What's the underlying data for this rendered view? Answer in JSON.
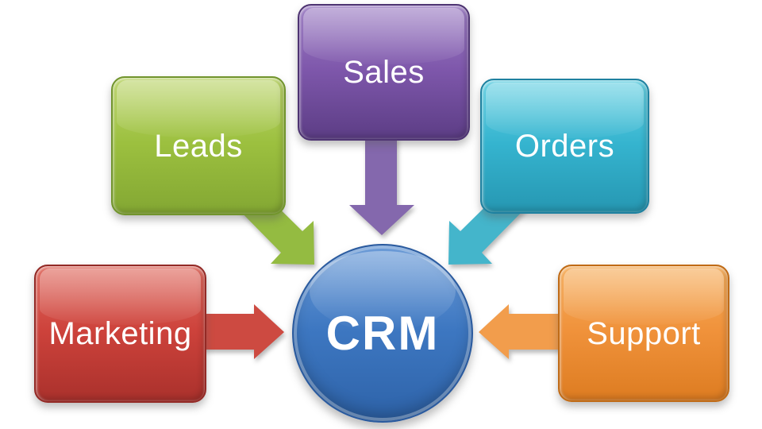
{
  "diagram_title": "CRM",
  "background": "#ffffff",
  "text_color": "#ffffff",
  "center": {
    "label": "CRM",
    "light": "#6d9dd9",
    "fill": "#3d77c1",
    "dark": "#2e63a9",
    "border": "#2a5a9e"
  },
  "nodes": {
    "sales": {
      "label": "Sales",
      "light": "#9d7ec4",
      "fill": "#7e57ab",
      "dark": "#5c3d85",
      "border": "#4e3472",
      "arrow": "#8468ad"
    },
    "leads": {
      "label": "Leads",
      "light": "#bcd56c",
      "fill": "#9cc03f",
      "dark": "#83a733",
      "border": "#71942d",
      "arrow": "#94bb41"
    },
    "orders": {
      "label": "Orders",
      "light": "#67d1e3",
      "fill": "#35b4cf",
      "dark": "#2697b2",
      "border": "#1e81a0",
      "arrow": "#44b5cb"
    },
    "marketing": {
      "label": "Marketing",
      "light": "#df6a5f",
      "fill": "#cd423b",
      "dark": "#aa312c",
      "border": "#932a26",
      "arrow": "#cd4a41"
    },
    "support": {
      "label": "Support",
      "light": "#f6ae5c",
      "fill": "#f0923b",
      "dark": "#dd7c21",
      "border": "#c06b16",
      "arrow": "#f29d4c"
    }
  },
  "arrows": [
    {
      "from": "sales",
      "to": "crm",
      "direction": "down"
    },
    {
      "from": "leads",
      "to": "crm",
      "direction": "down-right"
    },
    {
      "from": "orders",
      "to": "crm",
      "direction": "down-left"
    },
    {
      "from": "marketing",
      "to": "crm",
      "direction": "right"
    },
    {
      "from": "support",
      "to": "crm",
      "direction": "left"
    }
  ]
}
